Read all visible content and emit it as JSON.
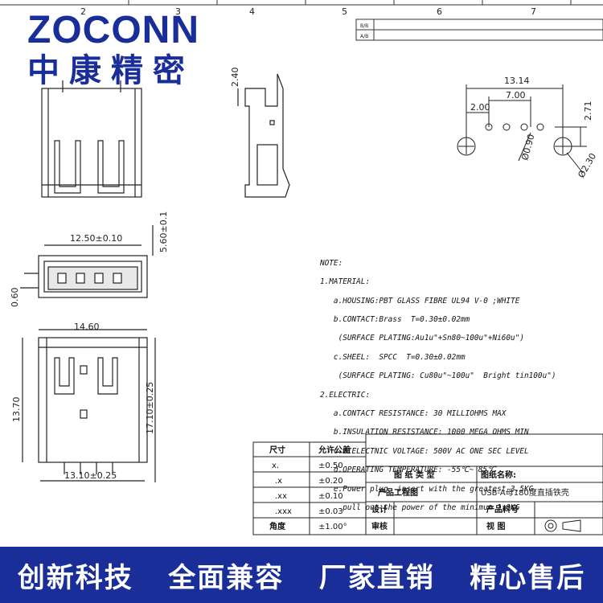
{
  "brand": {
    "name_en": "ZOCONN",
    "name_cn": "中康精密"
  },
  "header": {
    "grid_numbers": [
      "2",
      "3",
      "4",
      "5",
      "6",
      "7"
    ],
    "cells": [
      "B/B",
      "A/B"
    ]
  },
  "dims": {
    "top_height": "2.40",
    "total_width": "13.14",
    "pin_span": "7.00",
    "pin_offset": "2.00",
    "row_gap": "2.71",
    "pin_hole": "Ø0.90",
    "peg_hole": "Ø2.30",
    "opening_width": "12.50±0.10",
    "opening_height": "5.60±0.1",
    "shell_gap": "0.60",
    "body_width": "14.60",
    "body_height": "13.70",
    "overall_height": "17.10±0.25",
    "foot_width": "13.10±0.25"
  },
  "notes": {
    "title": "NOTE:",
    "lines": [
      "1.MATERIAL:",
      "   a.HOUSING:PBT GLASS FIBRE UL94 V-0 ;WHITE",
      "   b.CONTACT:Brass  T=0.30±0.02mm",
      "    (SURFACE PLATING:Au1u\"+Sn80~100u\"+Ni60u\")",
      "   c.SHEEL:  SPCC  T=0.30±0.02mm",
      "    (SURFACE PLATING: Cu80u\"~100u\"  Bright tin100u\")",
      "2.ELECTRIC:",
      "   a.CONTACT RESISTANCE: 30 MILLIOHMS MAX",
      "   b.INSULATION RESISTANCE: 1000 MEGA OHMS MIN",
      "   c.DIELECTNIC VOLTAGE: 500V AC ONE SEC LEVEL",
      "   d.OPERATING TEMPERATURE: -55℃~ 85℃",
      "   e.Power plug, insert with the greatest 3.5KG,",
      "     pull out the power of the minimum 1.0KG"
    ]
  },
  "tolerance": {
    "header": [
      "尺寸",
      "允许公差"
    ],
    "rows": [
      [
        "x.",
        "±0.50"
      ],
      [
        ".x",
        "±0.20"
      ],
      [
        ".xx",
        "±0.10"
      ],
      [
        ".xxx",
        "±0.03"
      ],
      [
        "角度",
        "±1.00°"
      ]
    ]
  },
  "title_block": {
    "drawing_type": "图 纸 类 型",
    "drawing_name_label": "图纸名称:",
    "drawing_name": "USB-A母180度直插铁壳",
    "product_drawing": "产品工程图",
    "design": "设计",
    "review": "审核",
    "part_no": "产品料号",
    "view": "视      图"
  },
  "banner": {
    "items": [
      "创新科技",
      "全面兼容",
      "厂家直销",
      "精心售后"
    ]
  }
}
